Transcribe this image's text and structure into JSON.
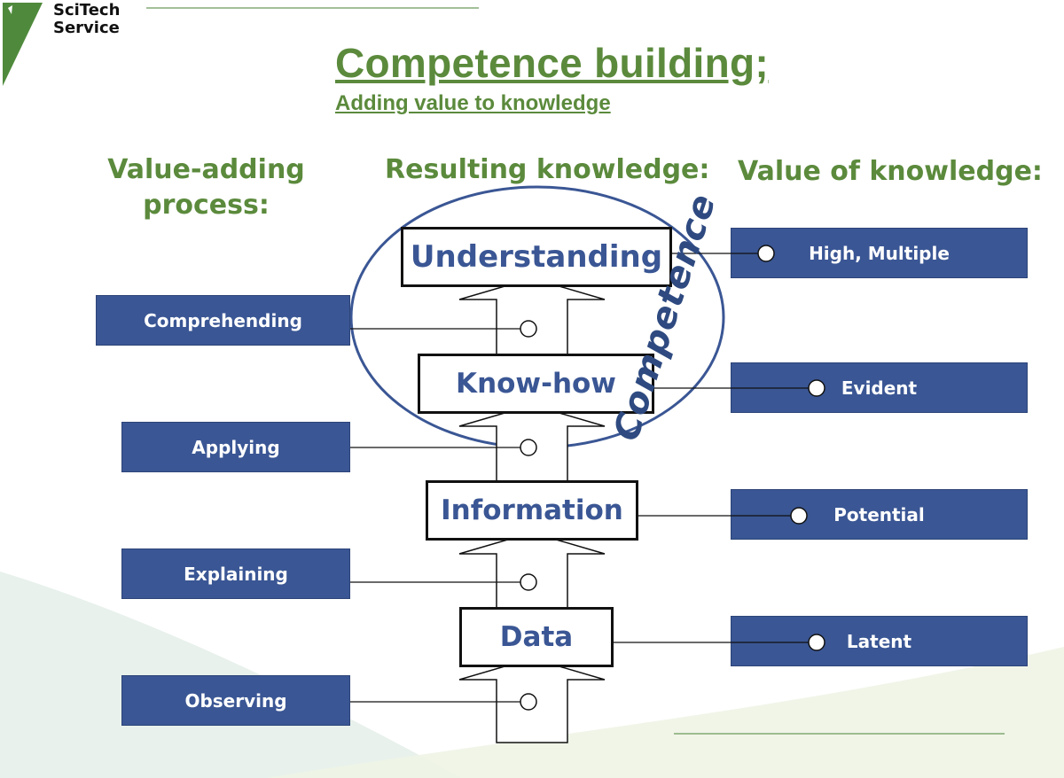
{
  "logo": {
    "line1": "SciTech",
    "line2": "Service"
  },
  "title": "Competence building;",
  "subtitle": "Adding value to knowledge",
  "headers": {
    "process": "Value-adding process:",
    "knowledge": "Resulting knowledge:",
    "value": "Value of knowledge:"
  },
  "processes": [
    "Comprehending",
    "Applying",
    "Explaining",
    "Observing"
  ],
  "knowledge_levels": [
    "Understanding",
    "Know-how",
    "Information",
    "Data"
  ],
  "values": [
    "High, Multiple",
    "Evident",
    "Potential",
    "Latent"
  ],
  "competence_label": "Competence",
  "colors": {
    "green": "#5b8a3c",
    "blue": "#3a5694",
    "circle": "#3a5694"
  }
}
